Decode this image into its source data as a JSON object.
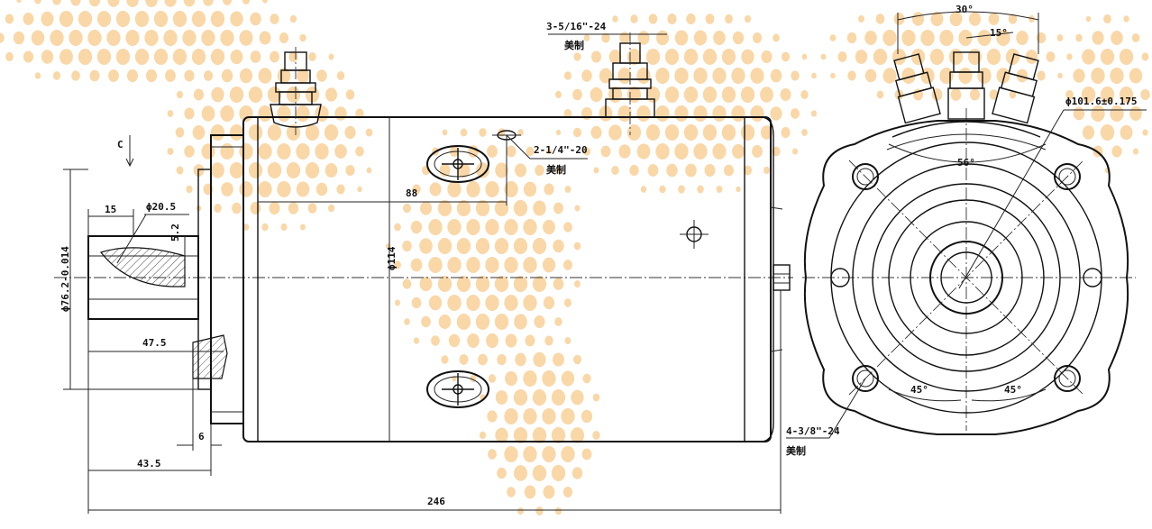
{
  "drawing": {
    "watermark_color": "#f7c98a",
    "front_view": {
      "thread_top_terminal": "3-5/16\"-24",
      "thread_top_terminal_note": "美制",
      "thread_side": "2-1/4\"-20",
      "thread_side_note": "美制",
      "dim_88": "88",
      "dim_15": "15",
      "dim_phi20_5": "ϕ20.5",
      "dim_5_2": "5.2",
      "dim_c": "C",
      "dim_phi76_2": "ϕ76.2-0.014",
      "dim_phi114": "ϕ114",
      "dim_47_5": "47.5",
      "dim_6": "6",
      "dim_43_5": "43.5",
      "dim_246": "246"
    },
    "side_view": {
      "angle_30": "30°",
      "angle_15": "15°",
      "angle_56": "56°",
      "angle_45_left": "45°",
      "angle_45_right": "45°",
      "dim_phi101_6": "ϕ101.6±0.175",
      "thread_mount": "4-3/8\"-24",
      "thread_mount_note": "美制"
    }
  }
}
